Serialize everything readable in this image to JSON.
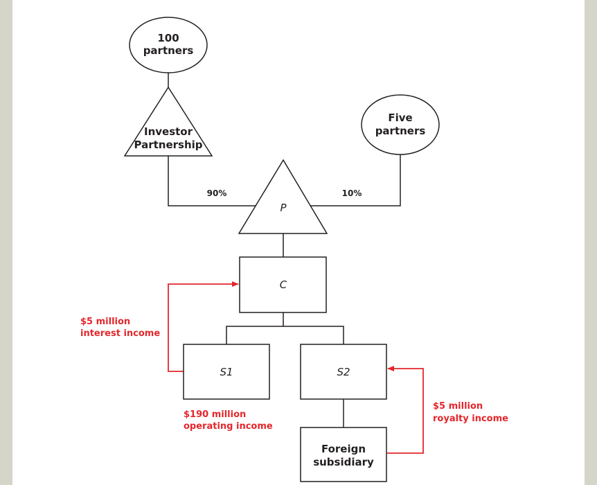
{
  "nodes": {
    "partners_100": {
      "line1": "100",
      "line2": "partners"
    },
    "investor_partnership": {
      "line1": "Investor",
      "line2": "Partnership"
    },
    "five_partners": {
      "line1": "Five",
      "line2": "partners"
    },
    "p": {
      "label": "P"
    },
    "c": {
      "label": "C"
    },
    "s1": {
      "label": "S1"
    },
    "s2": {
      "label": "S2"
    },
    "foreign_subsidiary": {
      "line1": "Foreign",
      "line2": "subsidiary"
    }
  },
  "ownership": {
    "investor_pct": "90%",
    "five_partners_pct": "10%"
  },
  "flows": {
    "interest": {
      "line1": "$5 million",
      "line2": "interest income"
    },
    "operating": {
      "line1": "$190 million",
      "line2": "operating income"
    },
    "royalty": {
      "line1": "$5 million",
      "line2": "royalty income"
    }
  },
  "colors": {
    "background": "#d6d5c9",
    "panel": "#ffffff",
    "line": "#231f20",
    "flow": "#e4262b"
  }
}
